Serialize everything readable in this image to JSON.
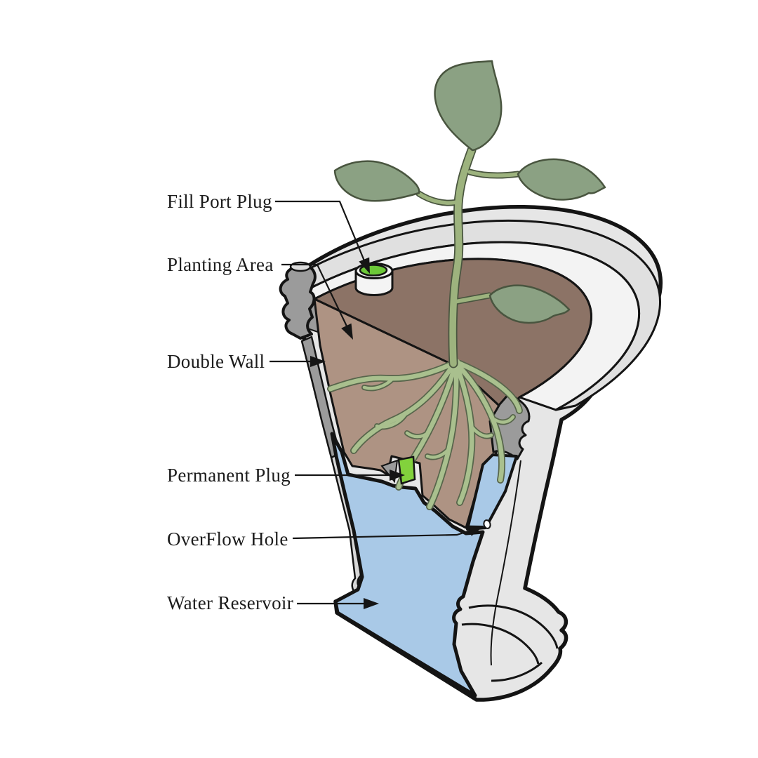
{
  "diagram": {
    "subject": "Self-watering planter cutaway illustration",
    "background": "#ffffff",
    "labels": [
      {
        "text": "Fill Port Plug"
      },
      {
        "text": "Planting Area"
      },
      {
        "text": "Double Wall"
      },
      {
        "text": "Permanent Plug"
      },
      {
        "text": "OverFlow Hole"
      },
      {
        "text": "Water Reservoir"
      }
    ],
    "colors": {
      "outline": "#141414",
      "pot_body": "#e6e6e6",
      "rim_band": "#e0e0e0",
      "rim_lip": "#f3f3f3",
      "wall_cut_gray": "#9b9b9b",
      "wall_cut_light": "#d8d8d8",
      "soil_top": "#8c7366",
      "soil_cut_face": "#ae9383",
      "water": "#a9c9e7",
      "leaf_green": "#8ba183",
      "stem_green": "#9db37e",
      "root_green": "#a9c08e",
      "plug_green": "#82d23c",
      "label_text": "#1c1c1c"
    }
  }
}
